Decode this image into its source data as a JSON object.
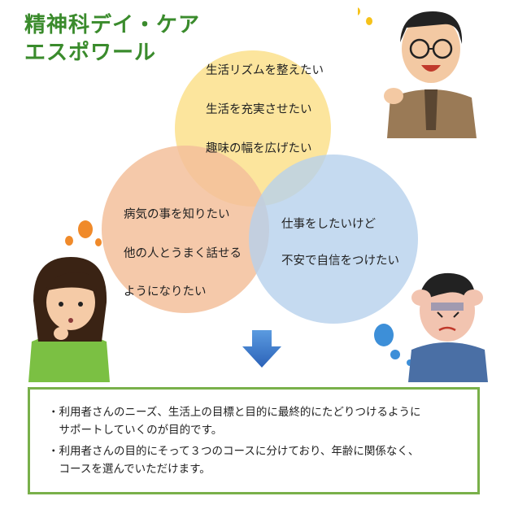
{
  "title": {
    "line1": "精神科デイ・ケア",
    "line2": "エスポワール"
  },
  "circles": {
    "top": {
      "color": "#fbe08c",
      "items": [
        "生活リズムを整えたい",
        "生活を充実させたい",
        "趣味の幅を広げたい"
      ]
    },
    "left": {
      "color": "#f3bf9b",
      "items": [
        "病気の事を知りたい",
        "他の人とうまく話せる",
        "ようになりたい"
      ]
    },
    "right": {
      "color": "#b7d1ec",
      "items": [
        "仕事をしたいけど",
        "不安で自信をつけたい"
      ]
    }
  },
  "info_box": {
    "lines": [
      "・利用者さんのニーズ、生活上の目標と目的に最終的にたどりつけるように",
      "　サポートしていくのが目的です。",
      "・利用者さんの目的にそって３つのコースに分けており、年齢に関係なく、",
      "　コースを選んでいただけます。"
    ]
  },
  "colors": {
    "title": "#3a8b2c",
    "border": "#79b04a",
    "arrow": "#2f6fc9"
  }
}
